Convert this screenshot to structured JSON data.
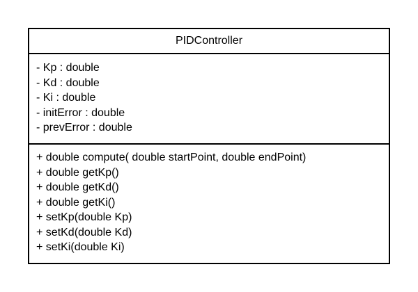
{
  "class": {
    "name": "PIDController",
    "attributes": [
      "- Kp : double",
      "- Kd : double",
      "- Ki : double",
      "- initError : double",
      "- prevError : double"
    ],
    "methods": [
      "+ double compute( double startPoint, double endPoint)",
      "+ double getKp()",
      "+ double getKd()",
      "+ double getKi()",
      "+ setKp(double Kp)",
      "+ setKd(double Kd)",
      "+ setKi(double Ki)"
    ]
  }
}
